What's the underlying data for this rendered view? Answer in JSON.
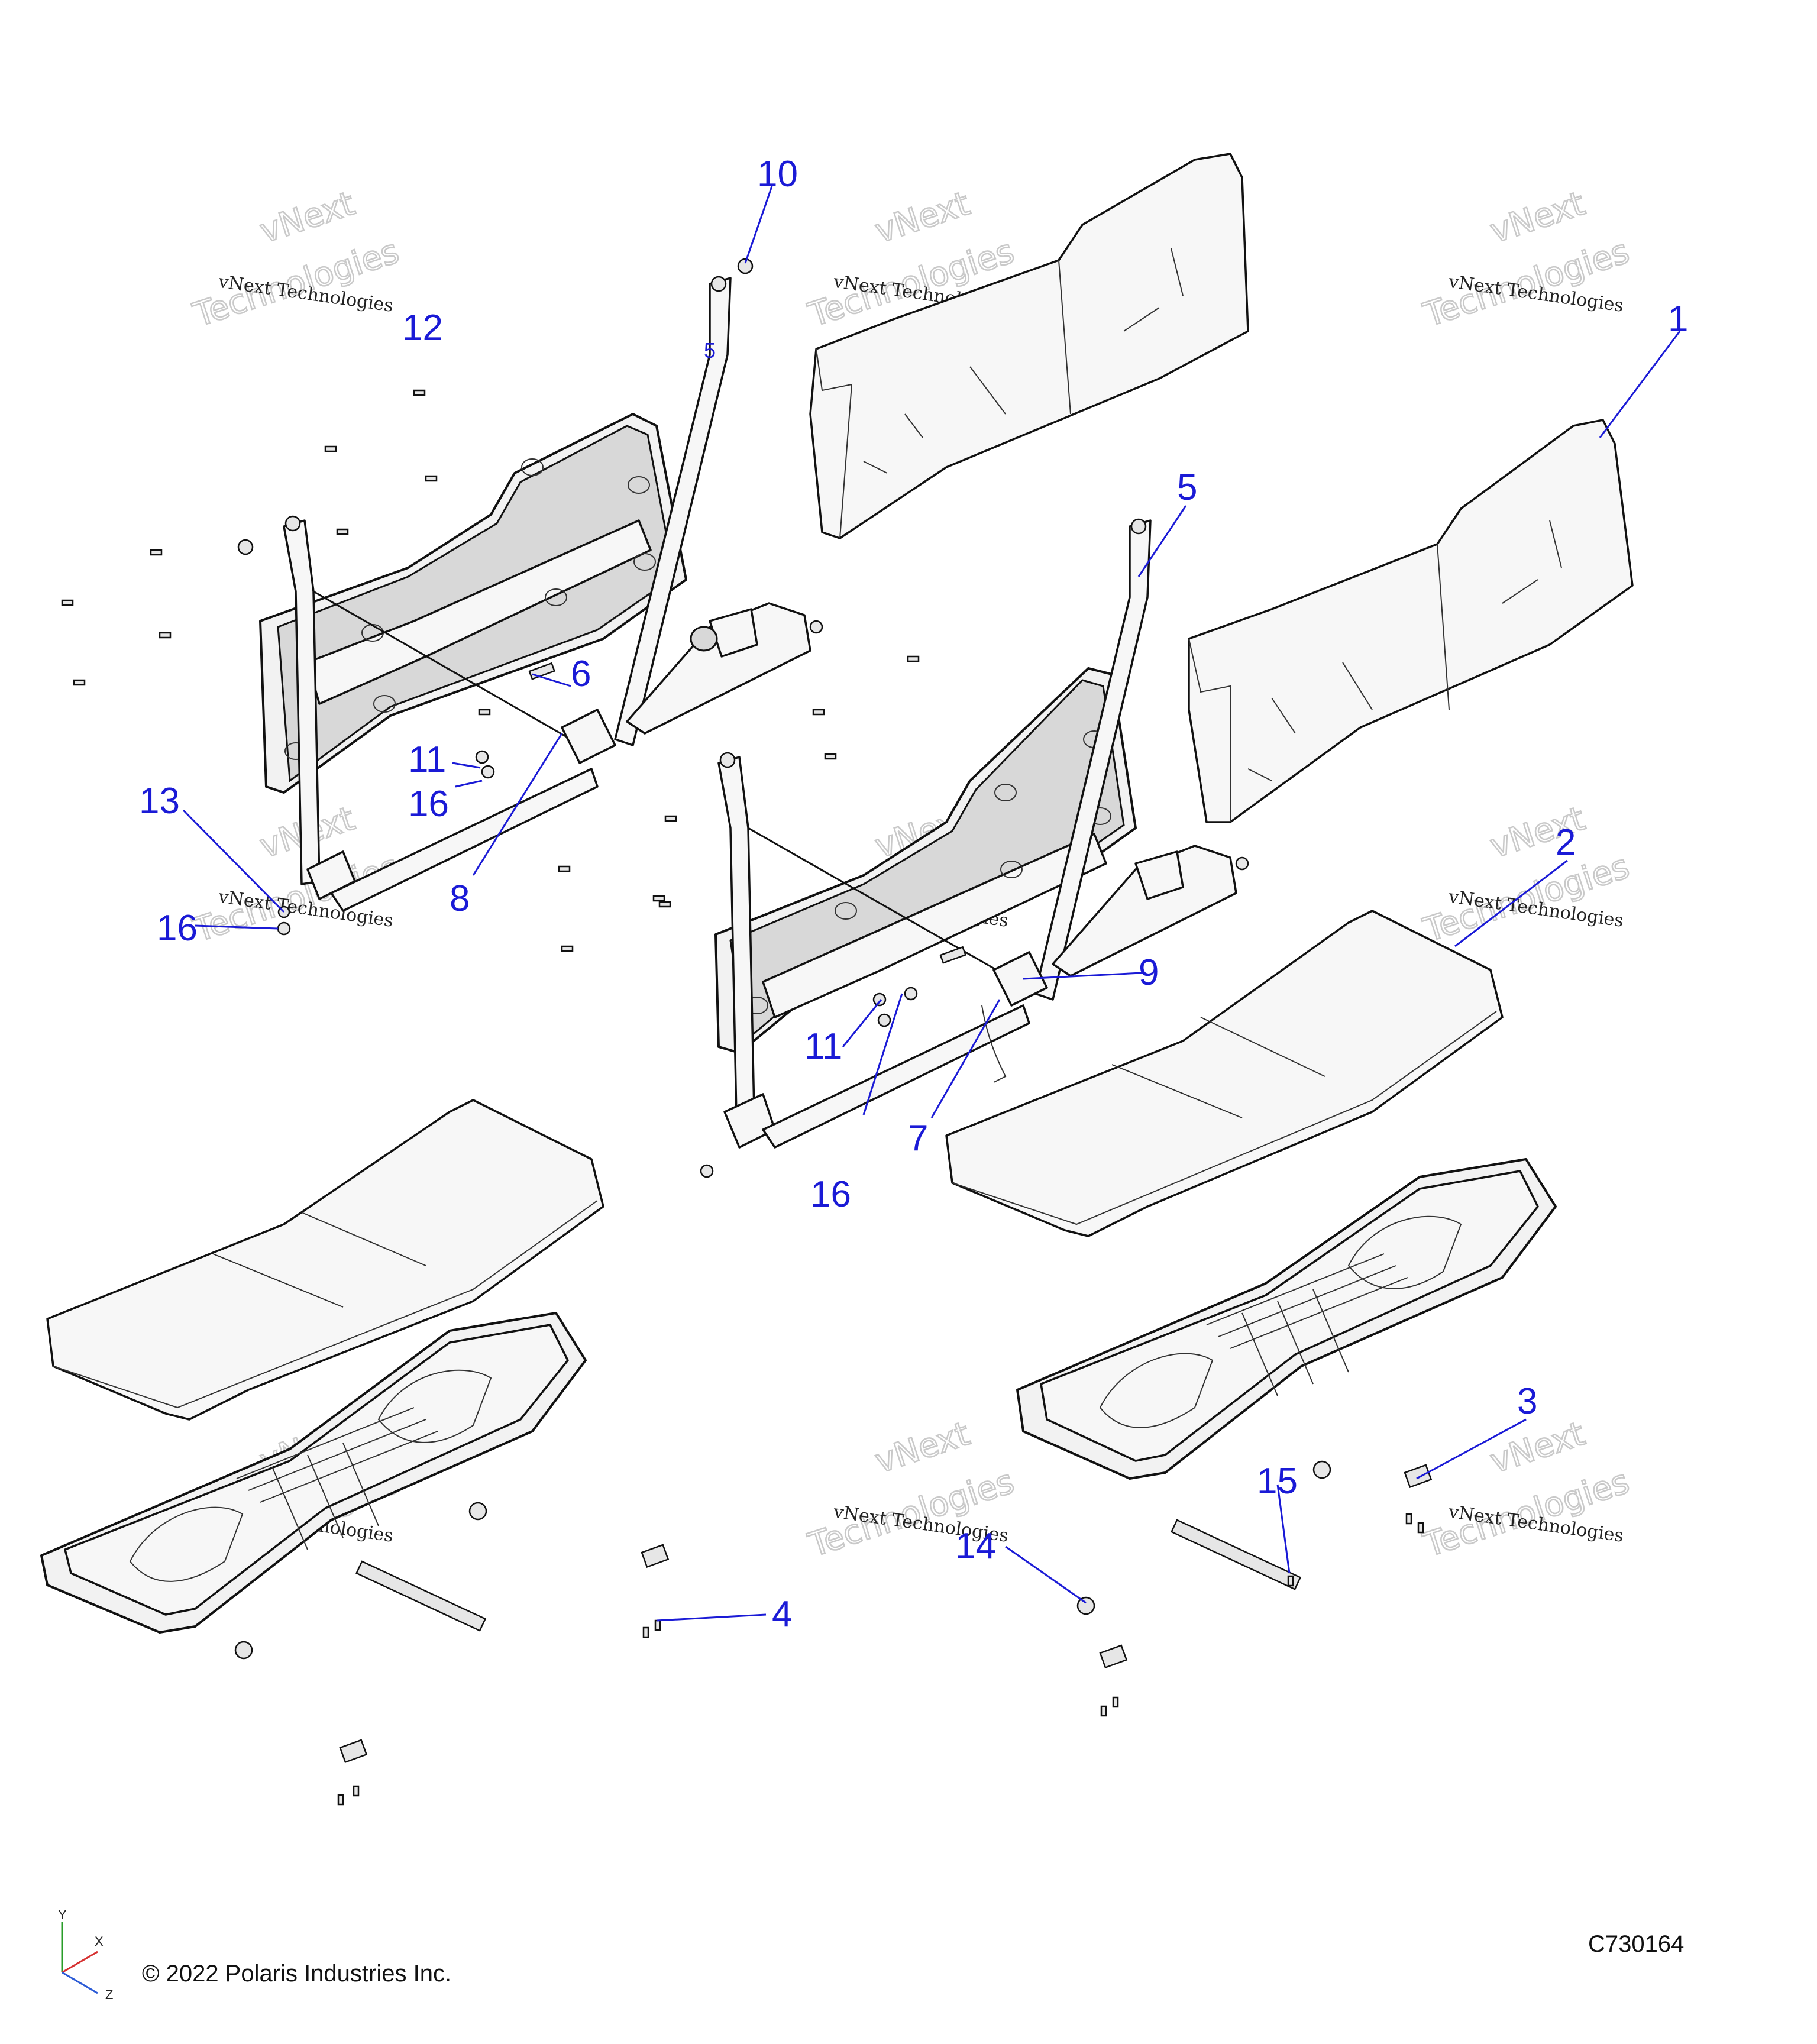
{
  "diagram": {
    "drawing_number": "C730164",
    "copyright": "© 2022 Polaris Industries Inc.",
    "watermark": {
      "line1": "vNext Technologies",
      "line2_a": "vNext",
      "line2_b": "Technologies"
    },
    "axis": {
      "x": "X",
      "y": "Y",
      "z": "Z"
    },
    "callouts": [
      "1",
      "2",
      "3",
      "4",
      "5",
      "6",
      "7",
      "8",
      "9",
      "10",
      "11",
      "12",
      "13",
      "14",
      "15",
      "16"
    ],
    "inline_label_5": "5"
  }
}
